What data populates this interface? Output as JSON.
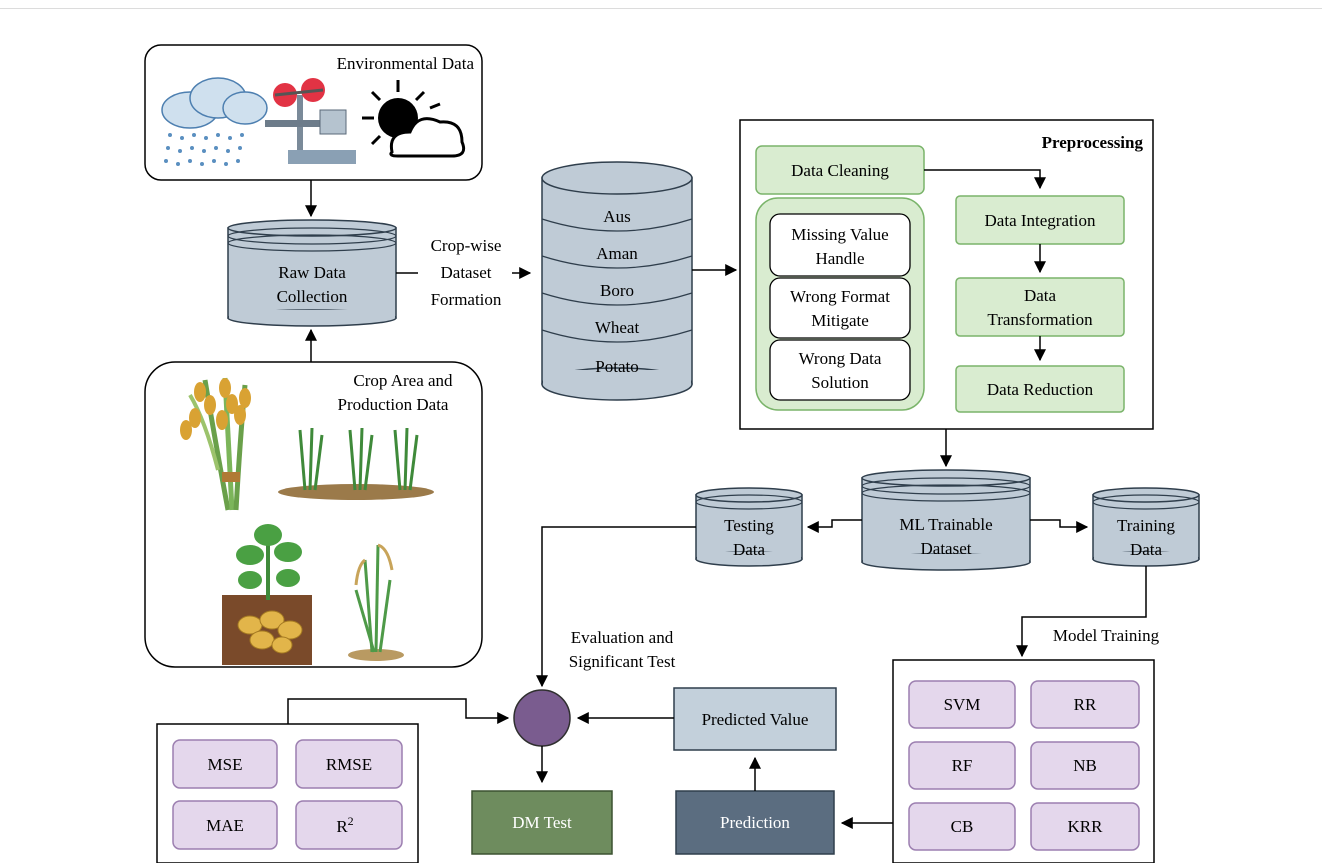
{
  "environmental": {
    "title": "Environmental Data",
    "icons": [
      "rain-cloud-icon",
      "anemometer-icon",
      "sun-cloud-icon"
    ]
  },
  "raw_data": {
    "line1": "Raw Data",
    "line2": "Collection"
  },
  "crop_area": {
    "line1": "Crop Area and",
    "line2": "Production Data",
    "icons": [
      "wheat-icon",
      "rice-seedlings-icon",
      "potato-plant-icon",
      "rice-plant-icon"
    ]
  },
  "cropwise": {
    "line1": "Crop-wise",
    "line2": "Dataset",
    "line3": "Formation"
  },
  "crops": [
    "Aus",
    "Aman",
    "Boro",
    "Wheat",
    "Potato"
  ],
  "preprocessing": {
    "title": "Preprocessing",
    "cleaning": "Data Cleaning",
    "sub_steps": [
      {
        "line1": "Missing Value",
        "line2": "Handle"
      },
      {
        "line1": "Wrong Format",
        "line2": "Mitigate"
      },
      {
        "line1": "Wrong Data",
        "line2": "Solution"
      }
    ],
    "integration": "Data Integration",
    "transformation": {
      "line1": "Data",
      "line2": "Transformation"
    },
    "reduction": "Data Reduction"
  },
  "ml_dataset": {
    "line1": "ML Trainable",
    "line2": "Dataset"
  },
  "testing": {
    "line1": "Testing",
    "line2": "Data"
  },
  "training": {
    "line1": "Training",
    "line2": "Data"
  },
  "model_training": "Model Training",
  "models": [
    "SVM",
    "RR",
    "RF",
    "NB",
    "CB",
    "KRR"
  ],
  "evaluation": {
    "line1": "Evaluation and",
    "line2": "Significant Test"
  },
  "metrics": {
    "mse": "MSE",
    "rmse": "RMSE",
    "mae": "MAE",
    "r2_base": "R",
    "r2_exp": "2"
  },
  "predicted_value": "Predicted Value",
  "prediction": "Prediction",
  "dm_test": "DM Test",
  "colors": {
    "cylinder_fill": "#bfcbd6",
    "cylinder_stroke": "#2f3e4c",
    "green_fill": "#d9ecd0",
    "green_stroke": "#7ab46a",
    "purple_fill": "#e4d7ec",
    "purple_stroke": "#9c7fb0",
    "eval_circle": "#7a5c8f",
    "dm_test": "#6e8c5e",
    "prediction": "#5b6d80",
    "predicted_value": "#c3d0db"
  }
}
